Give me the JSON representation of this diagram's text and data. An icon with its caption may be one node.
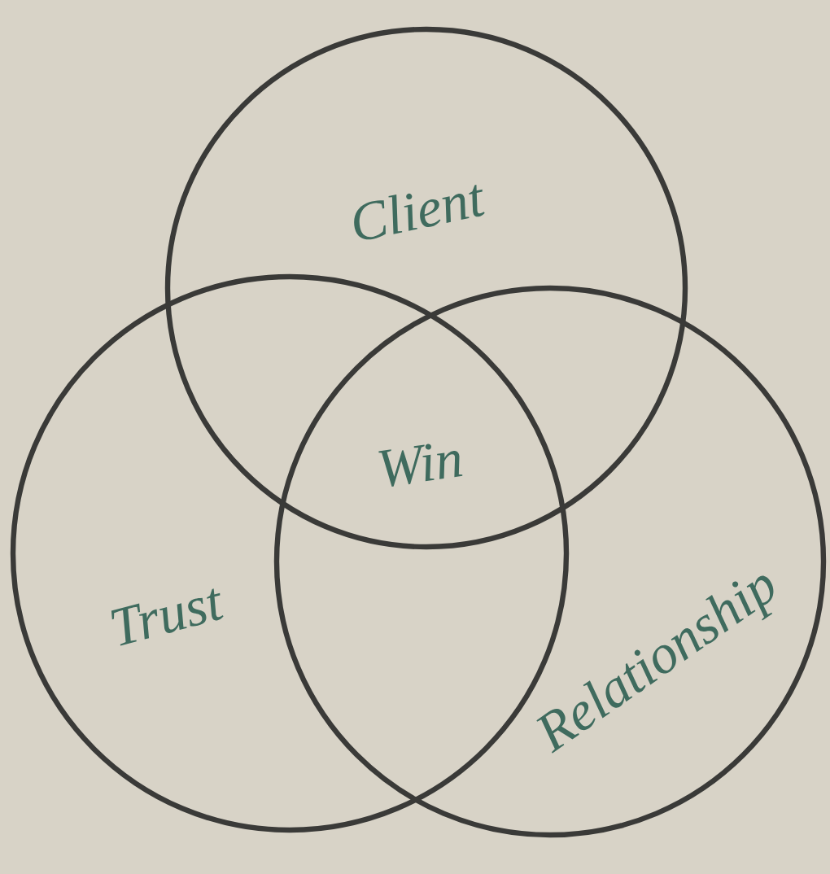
{
  "diagram": {
    "nodes": [
      {
        "text": [
          "Client"
        ]
      },
      {
        "text": [
          "Trust"
        ]
      },
      {
        "text": [
          "Relationship"
        ]
      }
    ],
    "labels": [
      "Win"
    ]
  }
}
